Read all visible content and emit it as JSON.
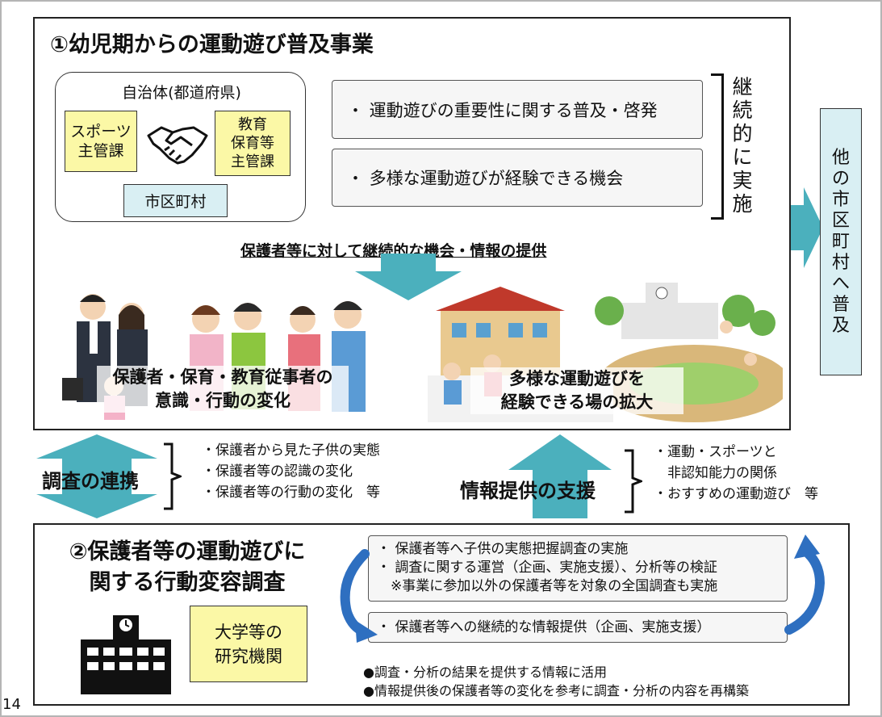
{
  "section1": {
    "title": "①幼児期からの運動遊び普及事業",
    "municipality": {
      "title": "自治体(都道府県)",
      "sports_dept": "スポーツ\n主管課",
      "education_dept": "教育\n保育等\n主管課",
      "city": "市区町村"
    },
    "activities": [
      "・ 運動遊びの重要性に関する普及・啓発",
      "・ 多様な運動遊びが経験できる機会"
    ],
    "continuous_label": "継\n続\n的\nに\n実\n施",
    "provision_title": "保護者等に対して継続的な機会・情報の提供",
    "outcome_left": "保護者・保育・教育従事者の\n意識・行動の変化",
    "outcome_right": "多様な運動遊びを\n経験できる場の拡大"
  },
  "spread_label": "他\nの\n市\n区\n町\n村\nへ\n普\n及",
  "middle": {
    "survey_link_label": "調査の連携",
    "survey_items": [
      "・保護者から見た子供の実態",
      "・保護者等の認識の変化",
      "・保護者等の行動の変化　等"
    ],
    "info_support_label": "情報提供の支援",
    "info_items": [
      "・運動・スポーツと",
      "　非認知能力の関係",
      "・おすすめの運動遊び　等"
    ]
  },
  "section2": {
    "title": "②保護者等の運動遊びに\n関する行動変容調査",
    "research_org": "大学等の\n研究機関",
    "cycle_top": [
      "・ 保護者等へ子供の実態把握調査の実施",
      "・ 調査に関する運営（企画、実施支援）、分析等の検証",
      "　※事業に参加以外の保護者等を対象の全国調査も実施"
    ],
    "cycle_bottom": "・ 保護者等への継続的な情報提供（企画、実施支援）",
    "notes": [
      "●調査・分析の結果を提供する情報に活用",
      "●情報提供後の保護者等の変化を参考に調査・分析の内容を再構築"
    ]
  },
  "page_number": "14",
  "colors": {
    "arrow_teal": "#4bb0bd",
    "light_blue_box": "#d9eff3",
    "yellow_box": "#fbf8a6",
    "cycle_arrow_blue": "#2e6fc0"
  }
}
